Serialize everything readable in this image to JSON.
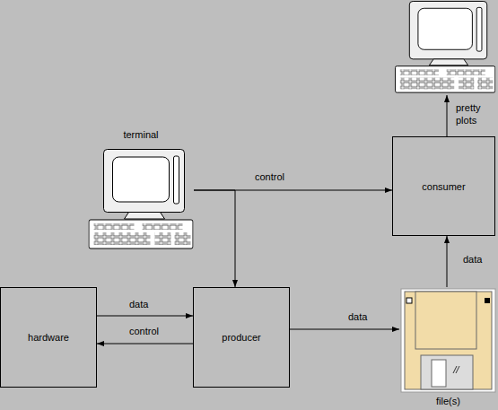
{
  "diagram": {
    "nodes": [
      {
        "text": [
          "terminal"
        ]
      },
      {
        "text": [
          "consumer"
        ]
      },
      {
        "text": [
          "hardware"
        ]
      },
      {
        "text": [
          "producer"
        ]
      },
      {
        "text": [
          "file(s)"
        ]
      }
    ],
    "edges": [
      {
        "from": 0,
        "to": 1,
        "label": "control",
        "arrow": "to"
      },
      {
        "from": 0,
        "to": 3,
        "arrow": "to"
      },
      {
        "from": 2,
        "to": 3,
        "label": "data",
        "arrow": "to"
      },
      {
        "from": 3,
        "to": 2,
        "label": "control",
        "arrow": "to"
      },
      {
        "from": 3,
        "to": 4,
        "label": "data",
        "arrow": "to"
      },
      {
        "from": 4,
        "to": 1,
        "label": "data",
        "arrow": "to"
      }
    ],
    "labels": [
      "pretty plots"
    ]
  }
}
